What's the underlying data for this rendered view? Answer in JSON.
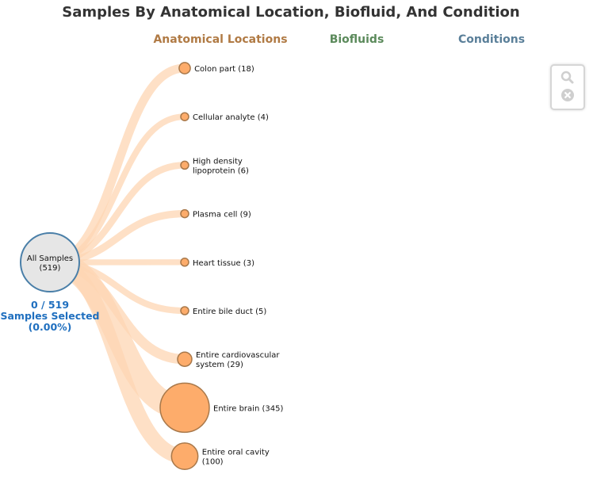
{
  "title": "Samples By Anatomical Location, Biofluid, And Condition",
  "columns": {
    "anatomical": {
      "label": "Anatomical Locations",
      "color": "#b07a44"
    },
    "biofluids": {
      "label": "Biofluids",
      "color": "#5b8a5b"
    },
    "conditions": {
      "label": "Conditions",
      "color": "#5a7f99"
    }
  },
  "root": {
    "label": "All Samples",
    "count": "(519)"
  },
  "selection": {
    "line1": "0 / 519",
    "line2": "Samples Selected",
    "line3": "(0.00%)"
  },
  "nodes": [
    {
      "lines": [
        "Colon part (18)"
      ],
      "count": 18
    },
    {
      "lines": [
        "Cellular analyte (4)"
      ],
      "count": 4
    },
    {
      "lines": [
        "High density",
        "lipoprotein (6)"
      ],
      "count": 6
    },
    {
      "lines": [
        "Plasma cell (9)"
      ],
      "count": 9
    },
    {
      "lines": [
        "Heart tissue (3)"
      ],
      "count": 3
    },
    {
      "lines": [
        "Entire bile duct (5)"
      ],
      "count": 5
    },
    {
      "lines": [
        "Entire cardiovascular",
        "system (29)"
      ],
      "count": 29
    },
    {
      "lines": [
        "Entire brain (345)"
      ],
      "count": 345
    },
    {
      "lines": [
        "Entire oral cavity",
        "(100)"
      ],
      "count": 100
    }
  ],
  "colors": {
    "node_fill": "#fdac6b",
    "node_stroke": "#a8784a",
    "link": "#fdd5b3",
    "root_fill": "#e6e6e6",
    "root_stroke": "#4a7fa8"
  },
  "toolbar": {
    "zoom_icon": "search-icon",
    "reset_icon": "close-circle-icon"
  }
}
